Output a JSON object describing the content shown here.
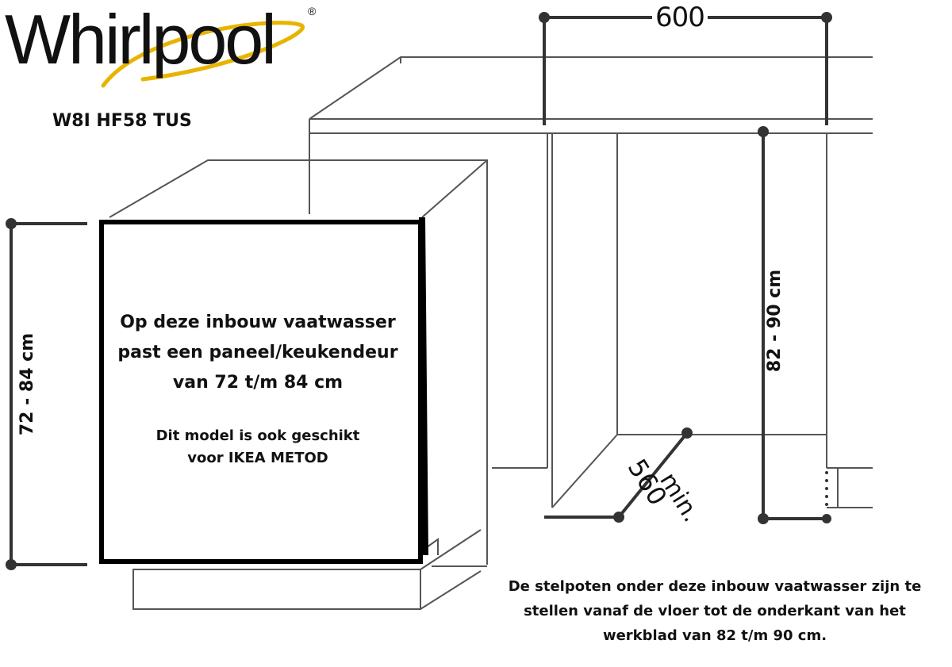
{
  "brand": {
    "name": "Whirlpool",
    "registered": "®",
    "swoosh_color": "#E8B400"
  },
  "model": "W8I HF58 TUS",
  "panel_text": {
    "line1": "Op deze inbouw vaatwasser",
    "line2": "past een paneel/keukendeur",
    "line3": "van 72 t/m 84 cm",
    "sub1": "Dit model is ook geschikt",
    "sub2": "voor IKEA METOD"
  },
  "dimensions": {
    "width": "600",
    "door_height": "72 - 84 cm",
    "niche_height": "82 - 90 cm",
    "depth": "560",
    "depth_suffix": "min."
  },
  "bottom_note": {
    "line1": "De stelpoten onder deze inbouw vaatwasser zijn te",
    "line2": "stellen vanaf de vloer tot de onderkant van het",
    "line3": "werkblad van 82 t/m 90 cm."
  }
}
